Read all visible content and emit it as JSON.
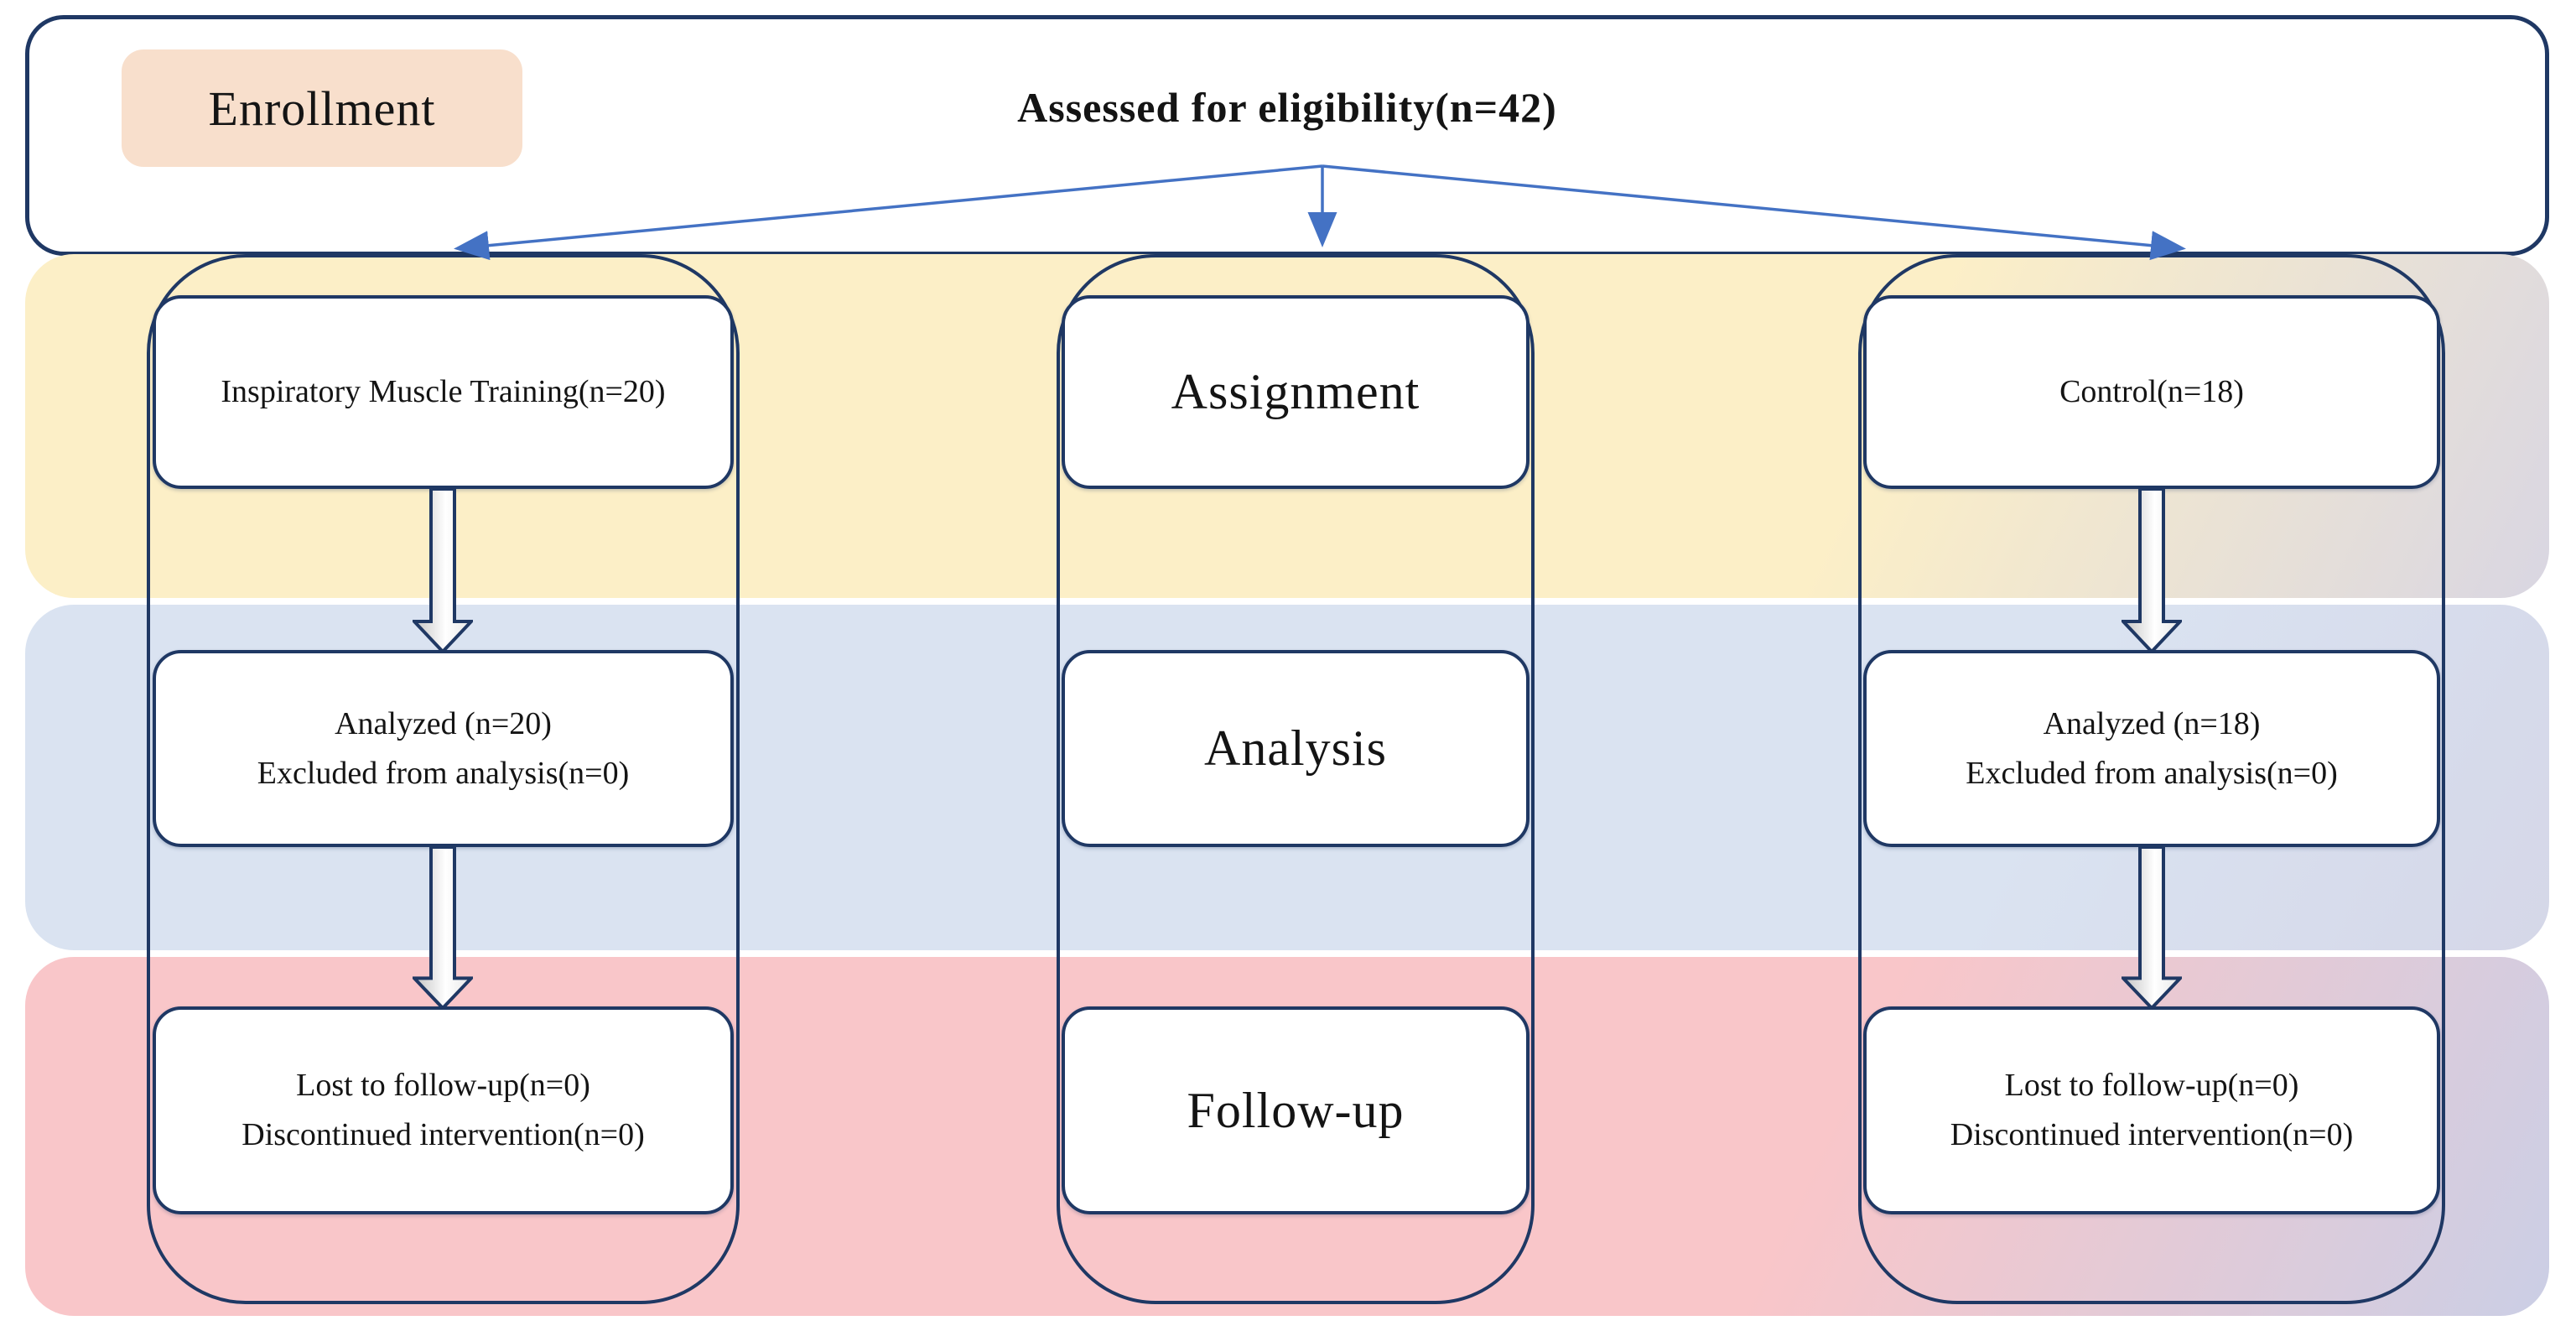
{
  "colors": {
    "navy": "#1f3864",
    "band-yellow": "#fcefc7",
    "band-blue": "#dae3f1",
    "band-pink": "#f9c6c9",
    "badge-peach": "#f8dfcc",
    "arrow-blue": "#4472c4",
    "text": "#141414"
  },
  "header": {
    "stage_label": "Enrollment",
    "title": "Assessed for eligibility(n=42)"
  },
  "stages": {
    "assignment": "Assignment",
    "analysis": "Analysis",
    "followup": "Follow-up"
  },
  "groups": {
    "imt": {
      "allocation": "Inspiratory Muscle Training(n=20)",
      "analysis_line1": "Analyzed (n=20)",
      "analysis_line2": "Excluded from analysis(n=0)",
      "followup_line1": "Lost to follow-up(n=0)",
      "followup_line2": "Discontinued intervention(n=0)"
    },
    "control": {
      "allocation": "Control(n=18)",
      "analysis_line1": "Analyzed (n=18)",
      "analysis_line2": "Excluded from analysis(n=0)",
      "followup_line1": "Lost to follow-up(n=0)",
      "followup_line2": "Discontinued intervention(n=0)"
    }
  }
}
